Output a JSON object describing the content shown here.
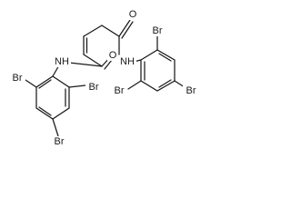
{
  "structure": {
    "atoms": {
      "o_left": "O",
      "o_right": "O",
      "nh_left": "NH",
      "nh_right": "NH",
      "br_left_top": "Br",
      "br_left_right": "Br",
      "br_left_bottom": "Br",
      "br_right_top": "Br",
      "br_right_left": "Br",
      "br_right_far": "Br"
    }
  }
}
